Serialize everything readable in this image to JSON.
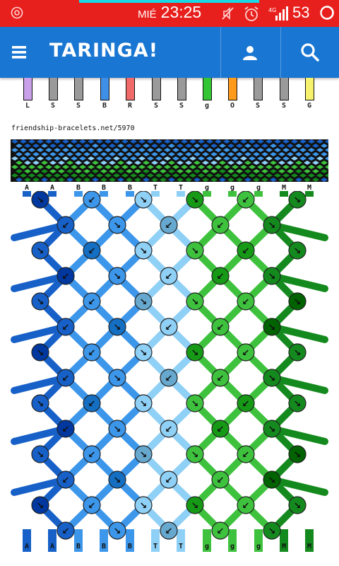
{
  "status_bar": {
    "day": "MIÉ",
    "time": "23:25",
    "battery": "53",
    "icons": [
      "camera-lens-icon",
      "mute-icon",
      "alarm-icon",
      "signal-icon",
      "battery-ring-icon"
    ]
  },
  "app_bar": {
    "logo": "TARINGA!",
    "icons": [
      "menu-icon",
      "user-icon",
      "search-icon"
    ],
    "color": "#1976d2"
  },
  "pattern": {
    "source": "friendship-bracelets.net/5970",
    "top_strip_labels": [
      "L",
      "S",
      "S",
      "B",
      "R",
      "S",
      "S",
      "g",
      "O",
      "S",
      "S",
      "G"
    ],
    "top_strip_colors": [
      "#c9a0ea",
      "#9a9a9a",
      "#9a9a9a",
      "#3f8fe6",
      "#f06a6a",
      "#9a9a9a",
      "#9a9a9a",
      "#34c534",
      "#ff9a1a",
      "#9a9a9a",
      "#9a9a9a",
      "#f6f26e"
    ],
    "string_letters": [
      "A",
      "A",
      "B",
      "B",
      "B",
      "T",
      "T",
      "g",
      "g",
      "g",
      "M",
      "M"
    ],
    "string_colors": {
      "A": "#1660c8",
      "B": "#3c96ea",
      "T": "#8fd0f6",
      "g": "#3ec23e",
      "M": "#148a1e"
    }
  }
}
